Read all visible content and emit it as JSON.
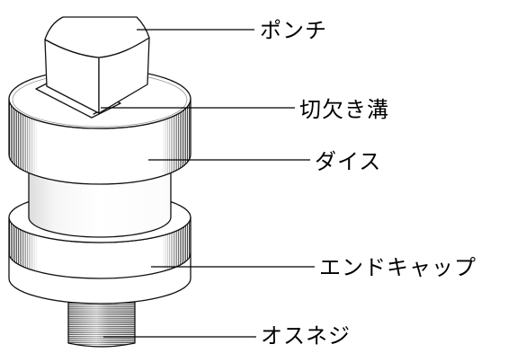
{
  "diagram": {
    "labels": {
      "punch": "ポンチ",
      "notch_groove": "切欠き溝",
      "die": "ダイス",
      "end_cap": "エンドキャップ",
      "male_thread": "オスネジ"
    }
  }
}
